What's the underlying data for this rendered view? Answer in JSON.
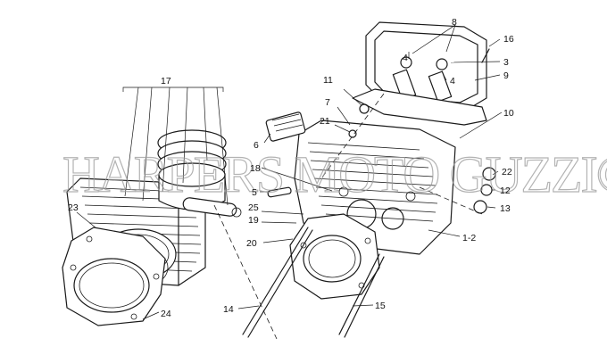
{
  "watermark": {
    "text": "HARPERS MOTO GUZZI©"
  },
  "labels": {
    "l17": "17",
    "l23": "23",
    "l24": "24",
    "l6": "6",
    "l18": "18",
    "l5": "5",
    "l25": "25",
    "l19": "19",
    "l20": "20",
    "l14": "14",
    "l15": "15",
    "l11": "11",
    "l7": "7",
    "l21": "21",
    "l8": "8",
    "l16": "16",
    "l3": "3",
    "l9": "9",
    "l4a": "4",
    "l4b": "4",
    "l10": "10",
    "l22": "22",
    "l12": "12",
    "l13": "13",
    "l1_2": "1-2"
  }
}
